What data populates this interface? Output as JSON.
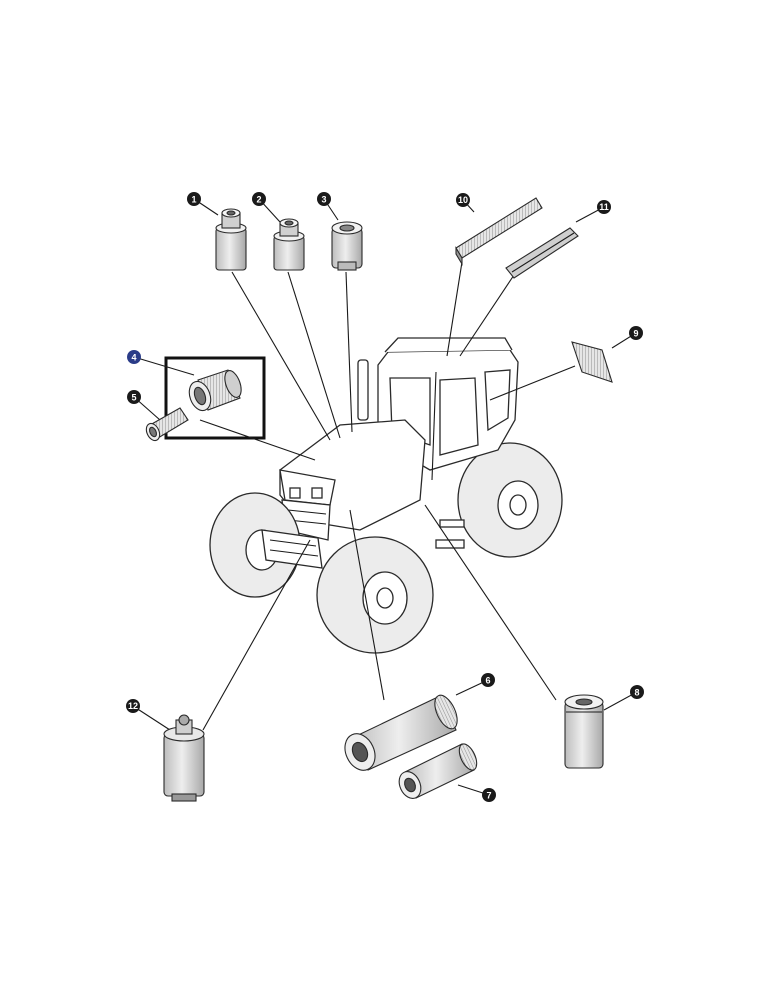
{
  "callouts": [
    {
      "id": "c1",
      "label": "1"
    },
    {
      "id": "c2",
      "label": "2"
    },
    {
      "id": "c3",
      "label": "3"
    },
    {
      "id": "c4",
      "label": "4",
      "color": "#2a3c88"
    },
    {
      "id": "c5",
      "label": "5"
    },
    {
      "id": "c6",
      "label": "6"
    },
    {
      "id": "c7",
      "label": "7"
    },
    {
      "id": "c8",
      "label": "8"
    },
    {
      "id": "c9",
      "label": "9"
    },
    {
      "id": "c10",
      "label": "10"
    },
    {
      "id": "c11",
      "label": "11"
    },
    {
      "id": "c12",
      "label": "12"
    }
  ],
  "colors": {
    "callout_fill": "#1a1a1a",
    "line": "#1a1a1a",
    "part_fill": "#d9d9d9",
    "highlight_box": "#111111"
  },
  "highlighted_callout": "4"
}
